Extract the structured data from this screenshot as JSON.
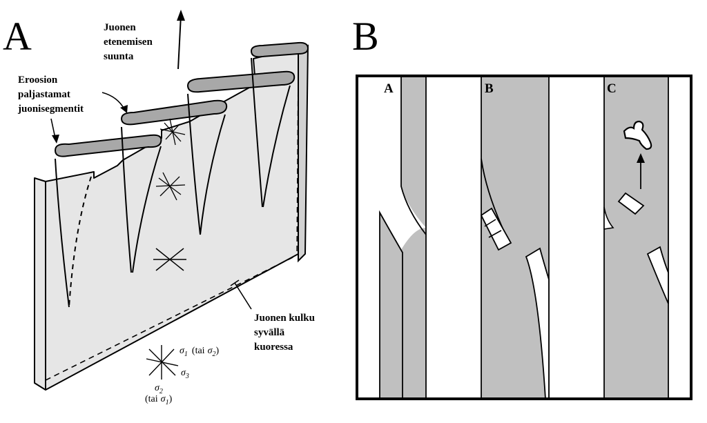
{
  "panelA": {
    "letter": "A",
    "direction_label": [
      "Juonen",
      "etenemisen",
      "suunta"
    ],
    "erosion_label": [
      "Eroosion",
      "paljastamat",
      "juonisegmentit"
    ],
    "depth_label": [
      "Juonen kulku",
      "syvällä",
      "kuoressa"
    ],
    "stress": {
      "sigma": "σ",
      "s1_sub": "1",
      "tai": "tai",
      "s2_sub": "2",
      "s3_sub": "3"
    }
  },
  "panelB": {
    "letter": "B",
    "sub_a": "A",
    "sub_b": "B",
    "sub_c": "C"
  },
  "colors": {
    "block_fill": "#e6e6e6",
    "dike_fill": "#c0c0c0",
    "ink": "#000000",
    "paper": "#ffffff"
  }
}
